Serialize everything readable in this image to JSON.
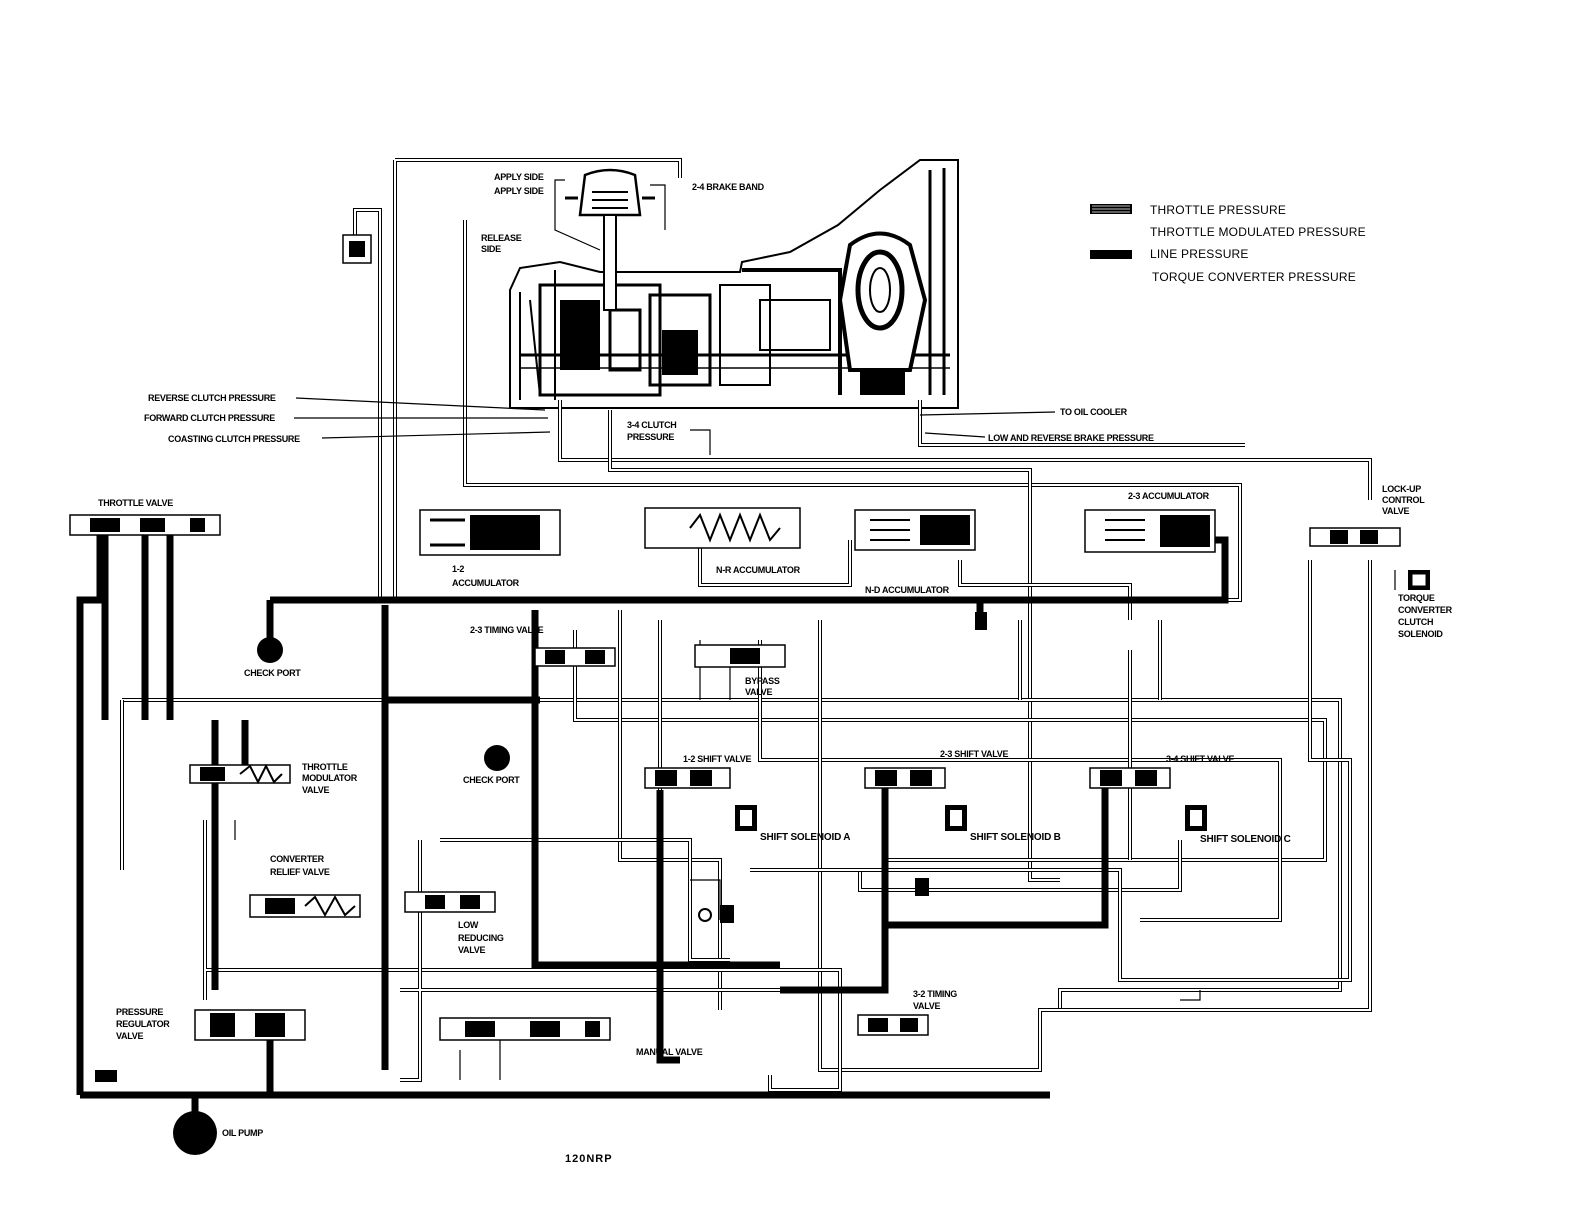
{
  "legend": {
    "items": [
      {
        "label": "THROTTLE PRESSURE",
        "swatch": "hatched"
      },
      {
        "label": "THROTTLE MODULATED PRESSURE",
        "swatch": "none"
      },
      {
        "label": "LINE PRESSURE",
        "swatch": "solid"
      },
      {
        "label": "TORQUE CONVERTER PRESSURE",
        "swatch": "none"
      }
    ]
  },
  "labels": {
    "apply_side_1": "APPLY SIDE",
    "apply_side_2": "APPLY SIDE",
    "brake_band": "2-4 BRAKE BAND",
    "release_side_1": "RELEASE",
    "release_side_2": "SIDE",
    "reverse_clutch": "REVERSE CLUTCH PRESSURE",
    "forward_clutch": "FORWARD CLUTCH PRESSURE",
    "coasting_clutch": "COASTING CLUTCH PRESSURE",
    "clutch_34_1": "3-4 CLUTCH",
    "clutch_34_2": "PRESSURE",
    "oil_cooler": "TO OIL COOLER",
    "low_reverse": "LOW AND REVERSE BRAKE PRESSURE",
    "throttle_valve": "THROTTLE VALVE",
    "lockup_1": "LOCK-UP",
    "lockup_2": "CONTROL",
    "lockup_3": "VALVE",
    "acc_23": "2-3 ACCUMULATOR",
    "acc_12_1": "1-2",
    "acc_12_2": "ACCUMULATOR",
    "acc_nr": "N-R ACCUMULATOR",
    "acc_nd": "N-D ACCUMULATOR",
    "tcc_1": "TORQUE",
    "tcc_2": "CONVERTER",
    "tcc_3": "CLUTCH",
    "tcc_4": "SOLENOID",
    "timing_23": "2-3 TIMING VALVE",
    "check_port_1": "CHECK PORT",
    "bypass_1": "BYPASS",
    "bypass_2": "VALVE",
    "shift_12": "1-2 SHIFT VALVE",
    "shift_23": "2-3 SHIFT VALVE",
    "shift_34": "3-4 SHIFT VALVE",
    "throttle_mod_1": "THROTTLE",
    "throttle_mod_2": "MODULATOR",
    "throttle_mod_3": "VALVE",
    "check_port_2": "CHECK PORT",
    "solenoid_a": "SHIFT SOLENOID A",
    "solenoid_b": "SHIFT SOLENOID B",
    "solenoid_c": "SHIFT SOLENOID C",
    "conv_relief_1": "CONVERTER",
    "conv_relief_2": "RELIEF VALVE",
    "low_reducing_1": "LOW",
    "low_reducing_2": "REDUCING",
    "low_reducing_3": "VALVE",
    "pressure_reg_1": "PRESSURE",
    "pressure_reg_2": "REGULATOR",
    "pressure_reg_3": "VALVE",
    "timing_32_1": "3-2 TIMING",
    "timing_32_2": "VALVE",
    "manual_valve": "MANUAL VALVE",
    "oil_pump": "OIL PUMP",
    "figure_code": "120NRP"
  }
}
